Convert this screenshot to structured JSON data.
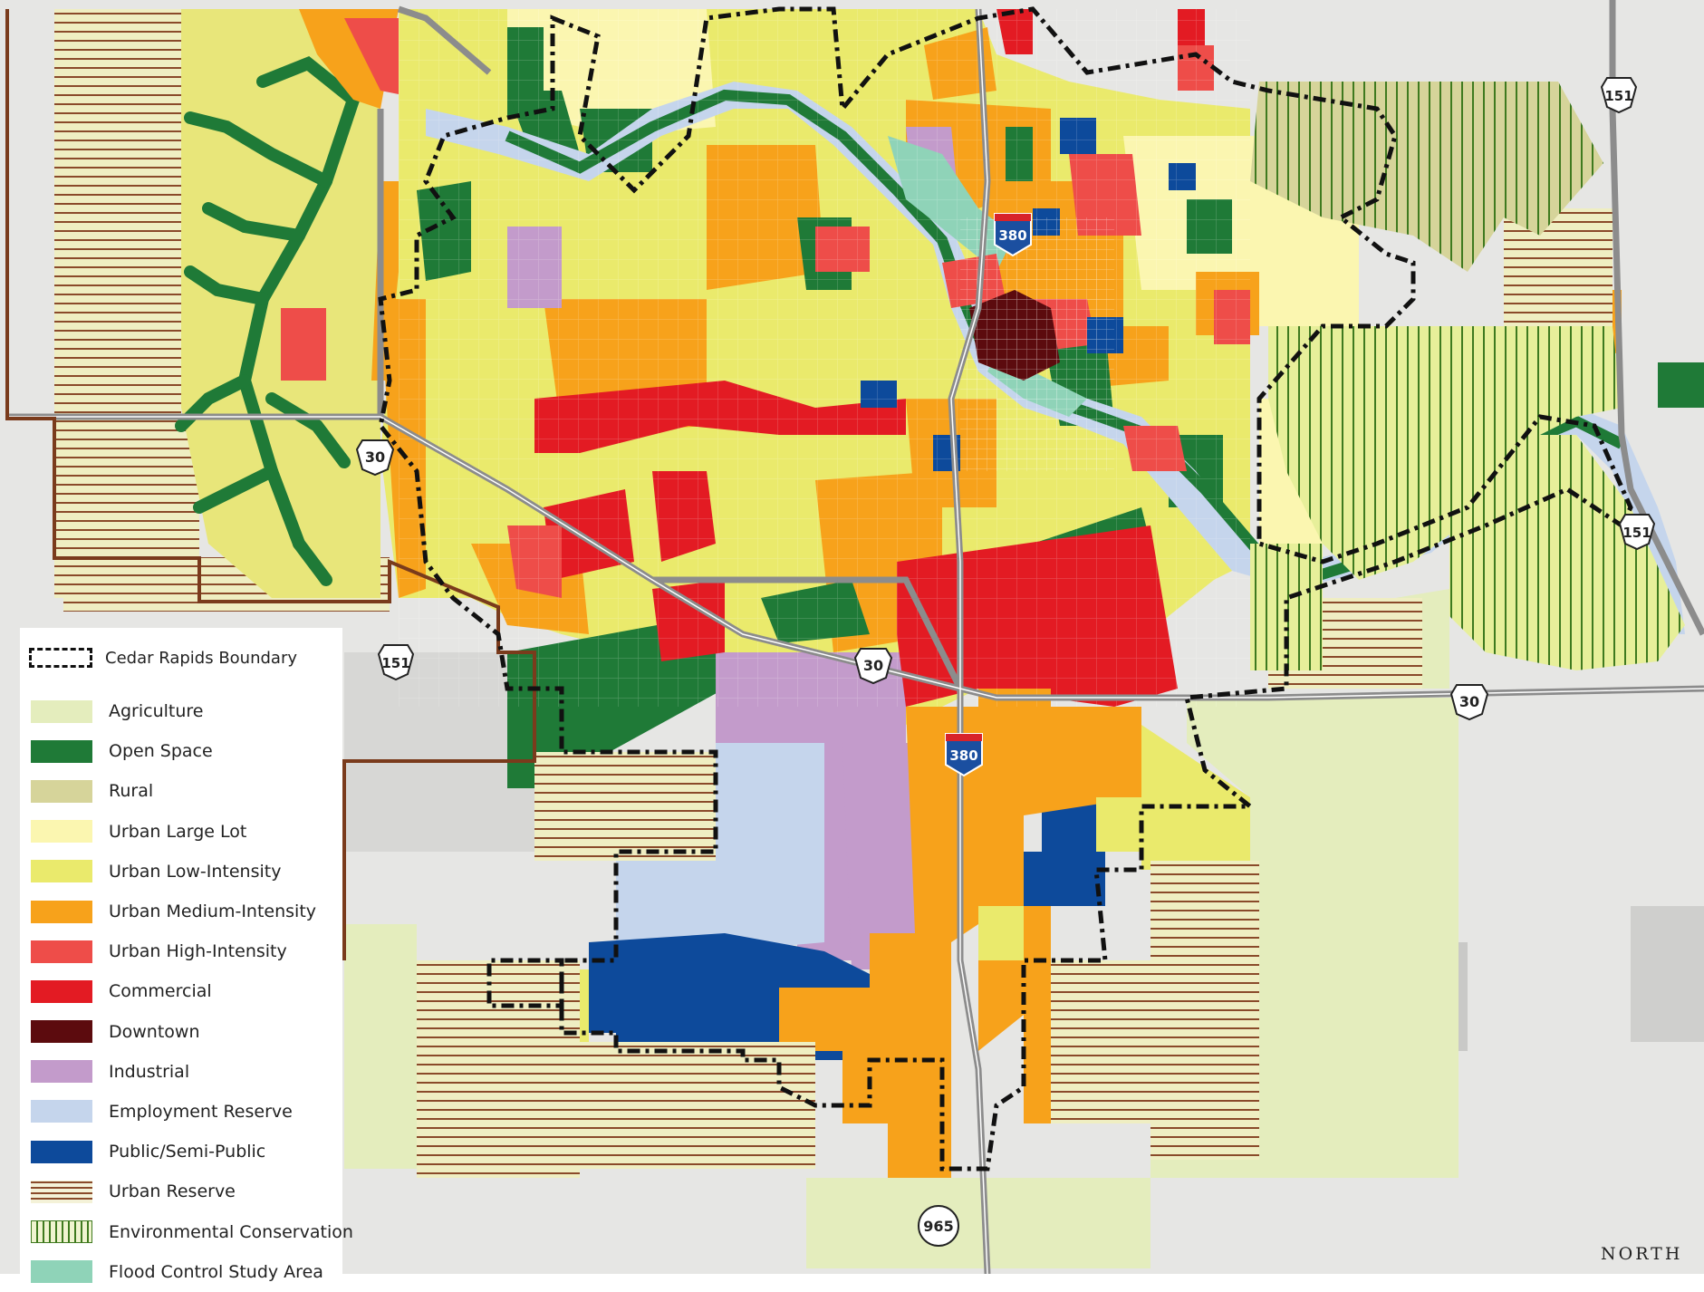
{
  "map": {
    "boundary_label": "Cedar Rapids Boundary",
    "north_label": "NORTH",
    "highway_shields": [
      {
        "id": "us151-ne",
        "label": "151",
        "type": "us"
      },
      {
        "id": "us151-e",
        "label": "151",
        "type": "us"
      },
      {
        "id": "us151-w",
        "label": "151",
        "type": "us"
      },
      {
        "id": "us30-w",
        "label": "30",
        "type": "us"
      },
      {
        "id": "us30-c",
        "label": "30",
        "type": "us"
      },
      {
        "id": "us30-e",
        "label": "30",
        "type": "us"
      },
      {
        "id": "i380-n",
        "label": "380",
        "type": "interstate"
      },
      {
        "id": "i380-s",
        "label": "380",
        "type": "interstate"
      },
      {
        "id": "hwy965",
        "label": "965",
        "type": "state"
      }
    ]
  },
  "legend": {
    "items": [
      {
        "label": "Agriculture",
        "color": "#e4edbd",
        "pattern": "solid"
      },
      {
        "label": "Open Space",
        "color": "#1f7a37",
        "pattern": "solid"
      },
      {
        "label": "Rural",
        "color": "#d6d49a",
        "pattern": "solid"
      },
      {
        "label": "Urban Large Lot",
        "color": "#fbf6b0",
        "pattern": "solid"
      },
      {
        "label": "Urban Low-Intensity",
        "color": "#eaea6c",
        "pattern": "solid"
      },
      {
        "label": "Urban Medium-Intensity",
        "color": "#f7a21b",
        "pattern": "solid"
      },
      {
        "label": "Urban High-Intensity",
        "color": "#ee4d49",
        "pattern": "solid"
      },
      {
        "label": "Commercial",
        "color": "#e31b23",
        "pattern": "solid"
      },
      {
        "label": "Downtown",
        "color": "#5c0b0e",
        "pattern": "solid"
      },
      {
        "label": "Industrial",
        "color": "#c39bcb",
        "pattern": "solid"
      },
      {
        "label": "Employment Reserve",
        "color": "#c5d5ec",
        "pattern": "solid"
      },
      {
        "label": "Public/Semi-Public",
        "color": "#0d4a9b",
        "pattern": "solid"
      },
      {
        "label": "Urban Reserve",
        "color": "#8a4a2a",
        "pattern": "hlines"
      },
      {
        "label": "Environmental Conservation",
        "color": "#3f7a1f",
        "pattern": "vlines"
      },
      {
        "label": "Flood Control Study Area",
        "color": "#8fd3b8",
        "pattern": "solid"
      }
    ]
  }
}
